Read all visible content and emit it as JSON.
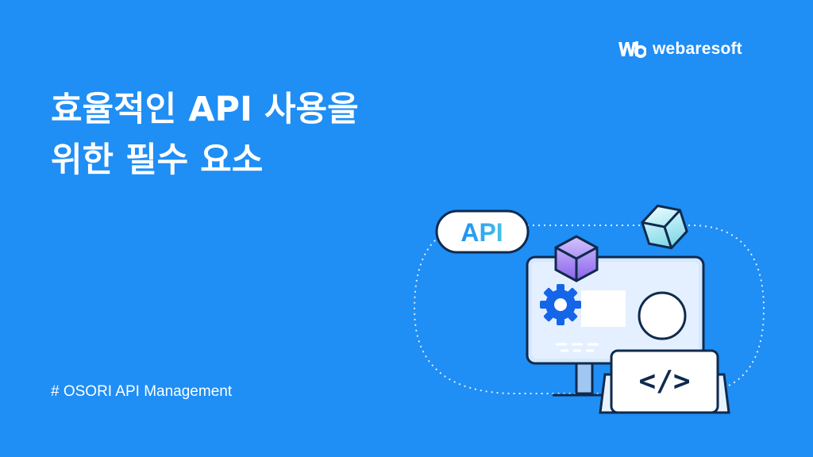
{
  "brand": {
    "name": "webaresoft",
    "logo": "wb-logo-icon"
  },
  "title": {
    "line1": "효율적인 API 사용을",
    "line2": "위한 필수 요소"
  },
  "tag": "# OSORI API Management",
  "illustration": {
    "api_badge": "API",
    "code_symbol": "</>",
    "icons": [
      "gear-icon",
      "cube-icon",
      "cube-icon",
      "code-icon"
    ]
  },
  "colors": {
    "background": "#1f8ef5",
    "dark": "#0f2a4d",
    "panel": "#d6e8ff",
    "api_gradient": [
      "#1f8ef5",
      "#45c2e6"
    ]
  }
}
